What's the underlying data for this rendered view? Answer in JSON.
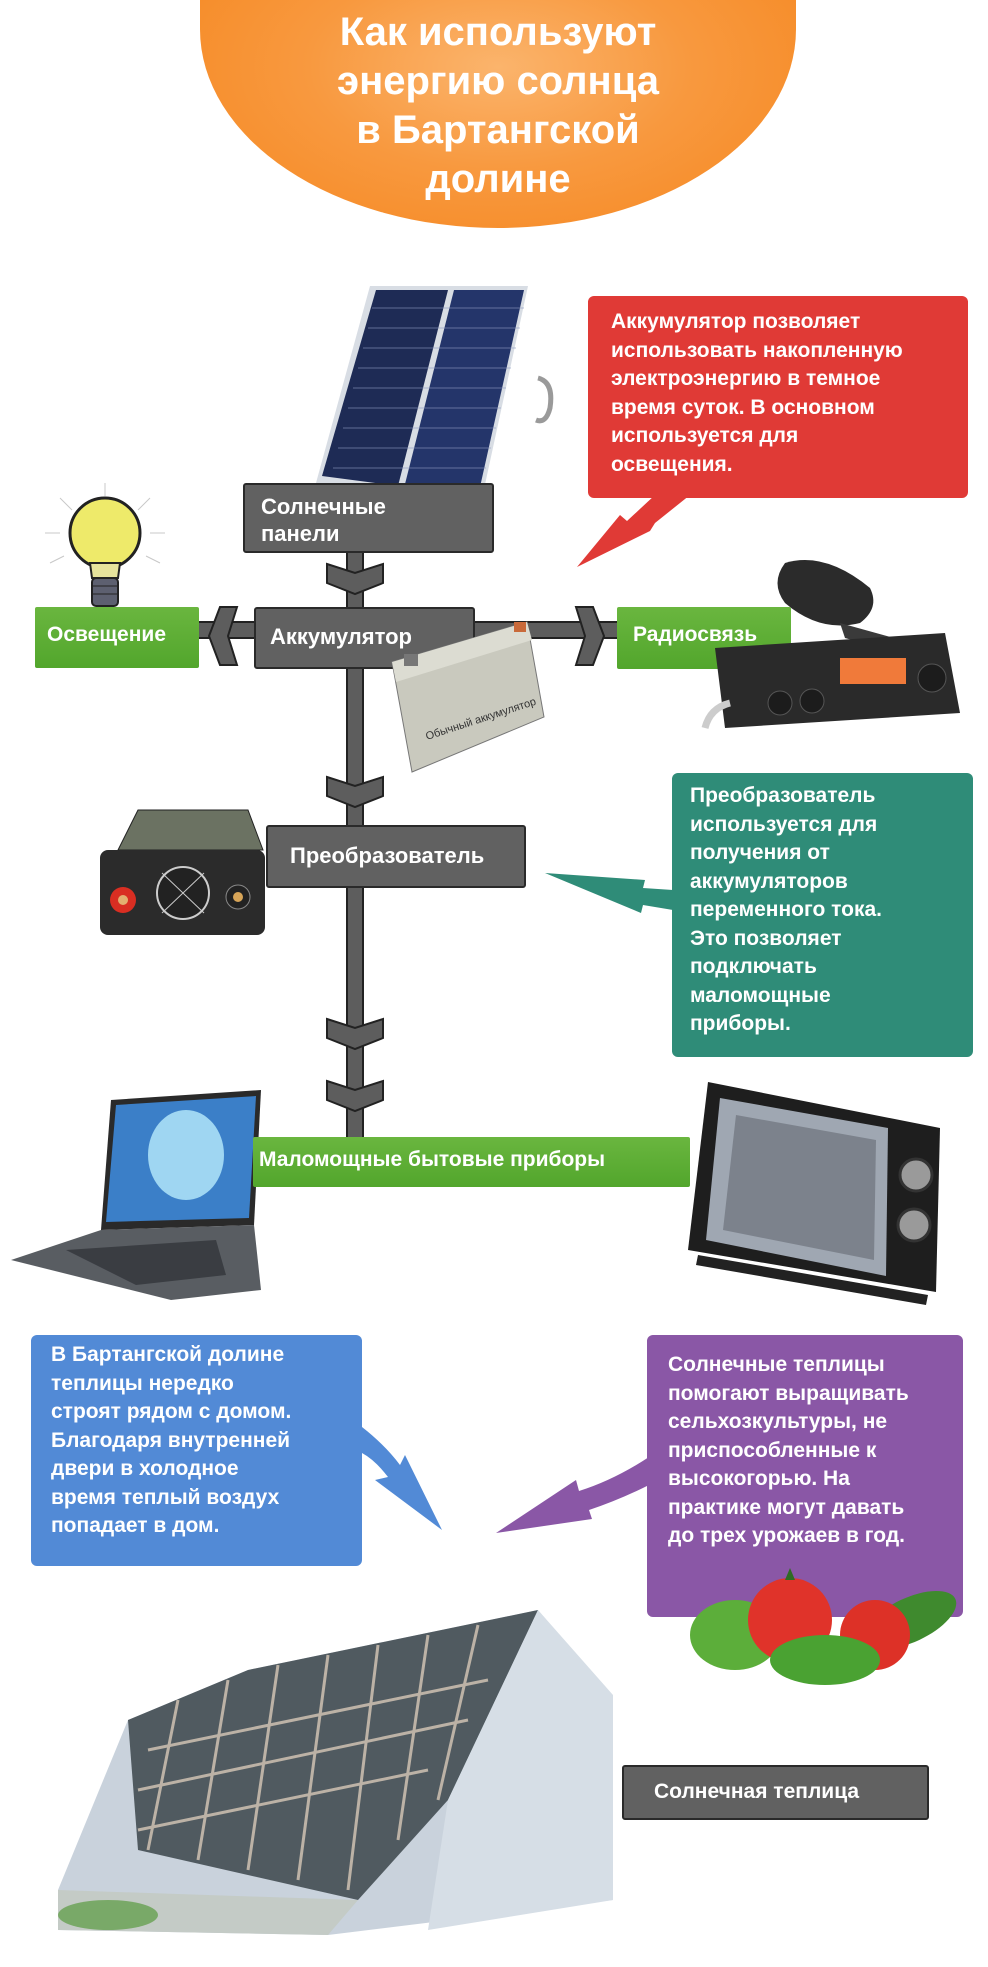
{
  "title": "Как используют энергию солнца в Бартангской долине",
  "title_lines": [
    "Как используют",
    "энергию  солнца",
    "в Бартангской",
    "долине"
  ],
  "nodes": {
    "solar_panels": {
      "lines": [
        "Солнечные",
        "панели"
      ]
    },
    "battery": {
      "label": "Аккумулятор"
    },
    "lighting": {
      "label": "Освещение"
    },
    "radio": {
      "label": "Радиосвязь"
    },
    "inverter": {
      "label": "Преобразователь"
    },
    "appliances": {
      "label": "Маломощные бытовые приборы"
    },
    "greenhouse": {
      "label": "Солнечная теплица"
    }
  },
  "battery_image_label": "Обычный аккумулятор",
  "callouts": {
    "battery": {
      "color": "#e03a36",
      "lines": [
        "Аккумулятор позволяет",
        "использовать накопленную",
        "электроэнергию в темное",
        "время суток. В основном",
        "используется для",
        "освещения."
      ]
    },
    "inverter": {
      "color": "#2f8c78",
      "lines": [
        "Преобразователь",
        "используется для",
        "получения от",
        "аккумуляторов",
        "переменного тока.",
        "Это позволяет",
        "подключать",
        "маломощные",
        "приборы."
      ]
    },
    "greenhouse_house": {
      "color": "#528ad6",
      "lines": [
        "В Бартангской долине",
        "теплицы нередко",
        "строят рядом с домом.",
        "Благодаря внутренней",
        "двери в холодное",
        "время теплый воздух",
        "попадает в дом."
      ]
    },
    "greenhouse_crops": {
      "color": "#8a57a6",
      "lines": [
        "Солнечные теплицы",
        "помогают выращивать",
        "сельхозкультуры, не",
        "приспособленные к",
        "высокогорью. На",
        "практике могут давать",
        "до трех урожаев в год."
      ]
    }
  },
  "colors": {
    "title_orange": "#f5861e",
    "node_dark": "#616161",
    "node_green": "#5aad33"
  }
}
